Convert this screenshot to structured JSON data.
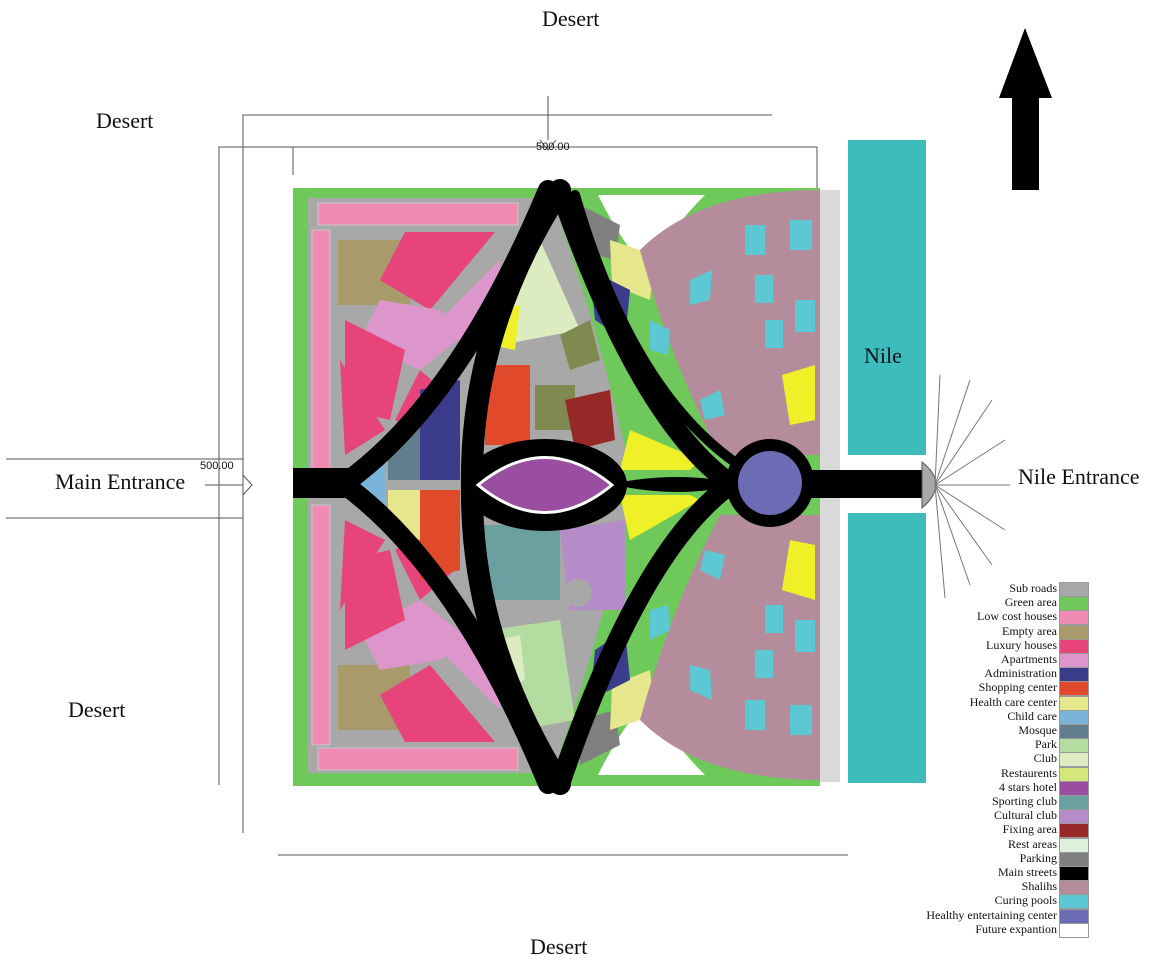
{
  "labels": {
    "desert_top": "Desert",
    "desert_left_top": "Desert",
    "desert_left_bottom": "Desert",
    "desert_bottom": "Desert",
    "main_entrance": "Main Entrance",
    "nile_entrance": "Nile Entrance",
    "nile": "Nile",
    "dim_top": "500.00",
    "dim_left": "500.00"
  },
  "colors": {
    "sub_roads": "#a8a8a8",
    "green": "#6ec85a",
    "low_cost": "#f08cb4",
    "empty": "#a89a6a",
    "luxury": "#e8447c",
    "apartments": "#dc96cc",
    "admin": "#3c3c8c",
    "shopping": "#e04a2a",
    "health": "#e6e68c",
    "childcare": "#7ab4d8",
    "mosque": "#627e8c",
    "park": "#b4dca0",
    "club": "#dcecc0",
    "restaurants": "#d4e87a",
    "hotel": "#9a4ea0",
    "sporting": "#6aa0a0",
    "cultural": "#b48cc8",
    "fixing": "#962828",
    "rest": "#dcf0dc",
    "parking": "#808080",
    "main_streets": "#000000",
    "shalihs": "#b48c9c",
    "curing": "#5cc8d4",
    "healthy_center": "#6c6cb4",
    "future": "#ffffff",
    "nile_water": "#3cbcbc",
    "yellow": "#f0f028"
  },
  "legend": [
    {
      "label": "Sub roads",
      "color": "#a8a8a8"
    },
    {
      "label": "Green area",
      "color": "#6ec85a"
    },
    {
      "label": "Low cost houses",
      "color": "#f08cb4"
    },
    {
      "label": "Empty area",
      "color": "#a89a6a"
    },
    {
      "label": "Luxury houses",
      "color": "#e8447c"
    },
    {
      "label": "Apartments",
      "color": "#dc96cc"
    },
    {
      "label": "Administration",
      "color": "#3c3c8c"
    },
    {
      "label": "Shopping center",
      "color": "#e04a2a"
    },
    {
      "label": "Health care center",
      "color": "#e6e68c"
    },
    {
      "label": "Child care",
      "color": "#7ab4d8"
    },
    {
      "label": "Mosque",
      "color": "#627e8c"
    },
    {
      "label": "Park",
      "color": "#b4dca0"
    },
    {
      "label": "Club",
      "color": "#dcecc0"
    },
    {
      "label": "Restaurents",
      "color": "#d4e87a"
    },
    {
      "label": "4 stars hotel",
      "color": "#9a4ea0"
    },
    {
      "label": "Sporting club",
      "color": "#6aa0a0"
    },
    {
      "label": "Cultural club",
      "color": "#b48cc8"
    },
    {
      "label": "Fixing area",
      "color": "#962828"
    },
    {
      "label": "Rest areas",
      "color": "#dcf0dc"
    },
    {
      "label": "Parking",
      "color": "#808080"
    },
    {
      "label": "Main streets",
      "color": "#000000"
    },
    {
      "label": "Shalihs",
      "color": "#b48c9c"
    },
    {
      "label": "Curing pools",
      "color": "#5cc8d4"
    },
    {
      "label": "Healthy entertaining center",
      "color": "#6c6cb4"
    },
    {
      "label": "Future expantion",
      "color": "#ffffff"
    }
  ]
}
